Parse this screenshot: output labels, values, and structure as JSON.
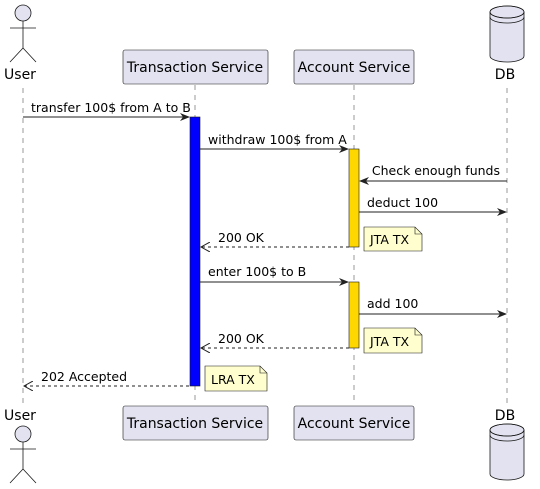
{
  "participants": {
    "user": {
      "label": "User",
      "kind": "actor"
    },
    "transaction": {
      "label": "Transaction Service",
      "kind": "participant"
    },
    "account": {
      "label": "Account Service",
      "kind": "participant"
    },
    "db": {
      "label": "DB",
      "kind": "database"
    }
  },
  "messages": [
    {
      "text": "transfer 100$ from A to B",
      "from": "user",
      "to": "transaction",
      "style": "solid"
    },
    {
      "text": "withdraw 100$ from A",
      "from": "transaction",
      "to": "account",
      "style": "solid"
    },
    {
      "text": "Check enough funds",
      "from": "db",
      "to": "account",
      "style": "solid"
    },
    {
      "text": "deduct 100",
      "from": "account",
      "to": "db",
      "style": "solid"
    },
    {
      "text": "200 OK",
      "from": "account",
      "to": "transaction",
      "style": "dashed"
    },
    {
      "text": "enter 100$ to B",
      "from": "transaction",
      "to": "account",
      "style": "solid"
    },
    {
      "text": "add 100",
      "from": "account",
      "to": "db",
      "style": "solid"
    },
    {
      "text": "200 OK",
      "from": "account",
      "to": "transaction",
      "style": "dashed"
    },
    {
      "text": "202 Accepted",
      "from": "transaction",
      "to": "user",
      "style": "dashed"
    }
  ],
  "notes": [
    {
      "text": "JTA TX"
    },
    {
      "text": "JTA TX"
    },
    {
      "text": "LRA TX"
    }
  ],
  "colors": {
    "participant_fill": "#E2E2F0",
    "transaction_activation": "#0000FF",
    "account_activation": "#FFD700",
    "note_fill": "#FEFECE"
  }
}
